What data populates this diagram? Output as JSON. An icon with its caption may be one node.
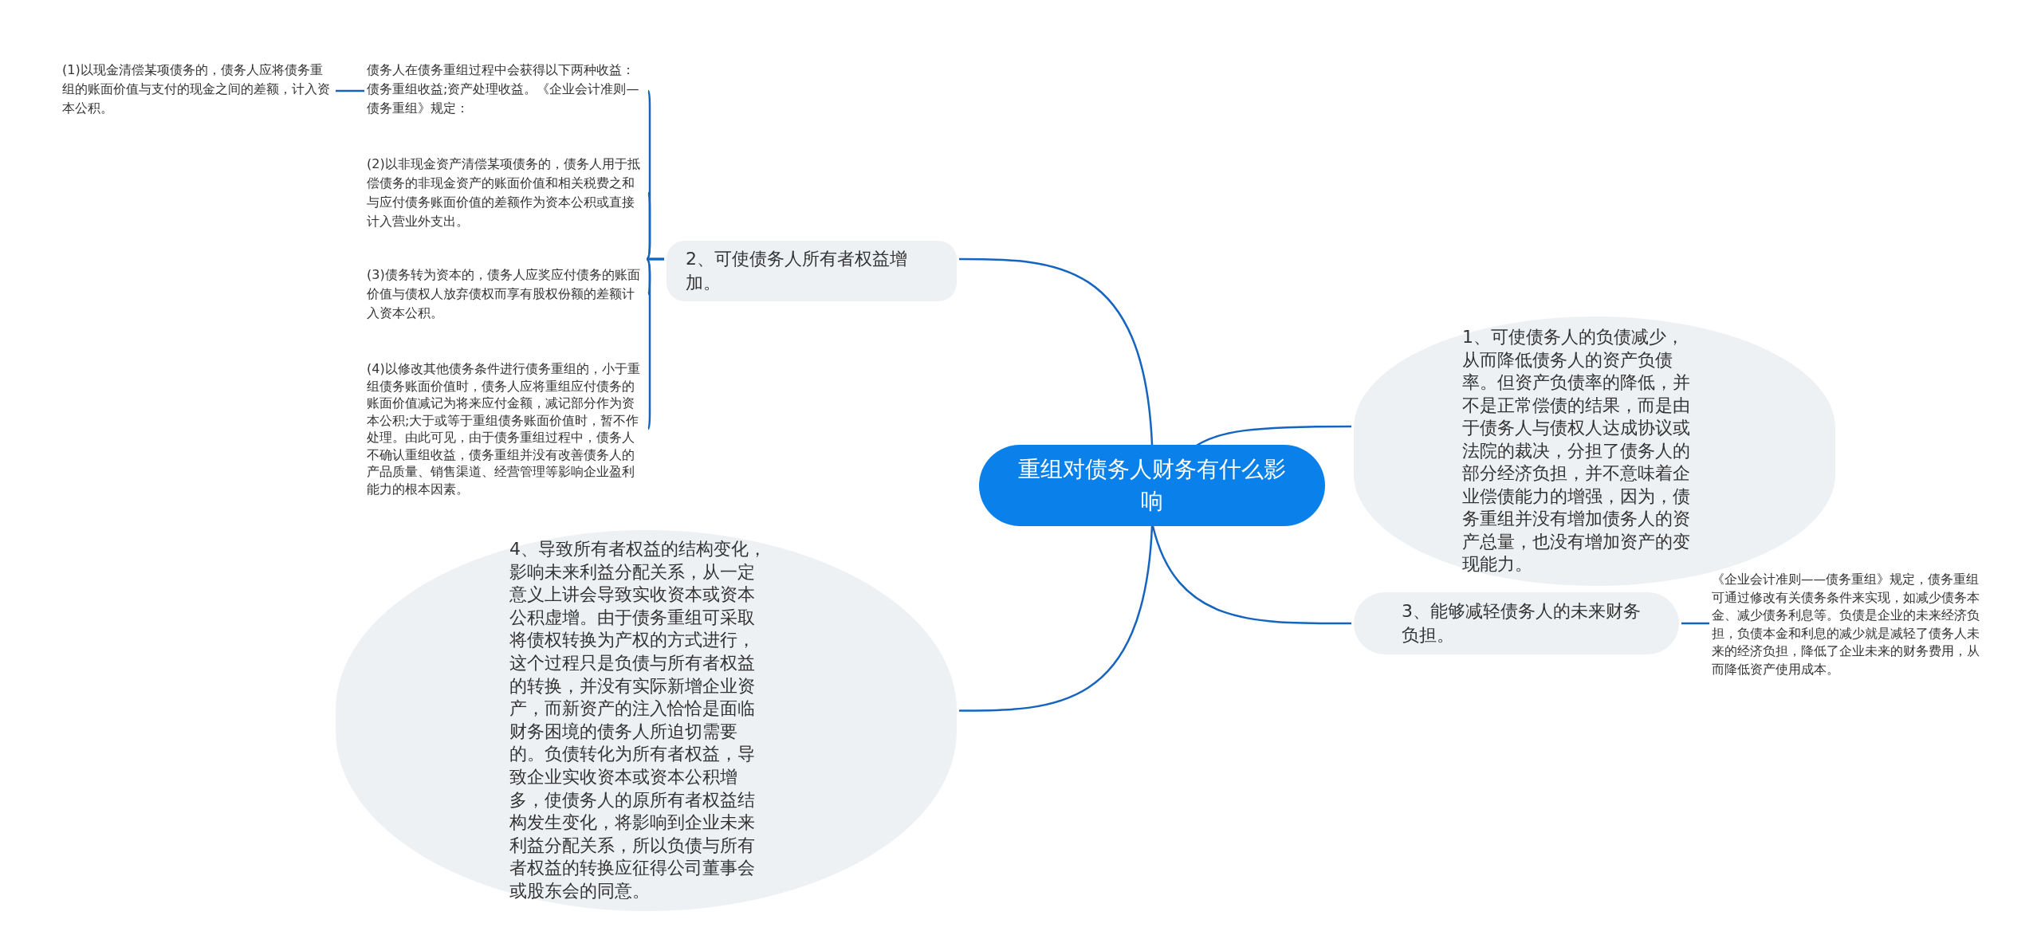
{
  "diagram": {
    "nodes": [
      {
        "text": [
          "重组对债务人财务有什么影响"
        ]
      },
      {
        "text": [
          "2、可使债务人所有者权益增加。"
        ]
      },
      {
        "text": [
          "债务人在债务重组过程中会获得以下两种收益：债务重组收益;资产处理收益。《企业会计准则—债务重组》规定："
        ]
      },
      {
        "text": [
          "(1)以现金清偿某项债务的，债务人应将债务重组的账面价值与支付的现金之间的差额，计入资本公积。"
        ]
      },
      {
        "text": [
          "(2)以非现金资产清偿某项债务的，债务人用于抵偿债务的非现金资产的账面价值和相关税费之和与应付债务账面价值的差额作为资本公积或直接计入营业外支出。"
        ]
      },
      {
        "text": [
          "(3)债务转为资本的，债务人应奖应付债务的账面价值与债权人放弃债权而享有股权份额的差额计入资本公积。"
        ]
      },
      {
        "text": [
          "(4)以修改其他债务条件进行债务重组的，小于重组债务账面价值时，债务人应将重组应付债务的账面价值减记为将来应付金额，减记部分作为资本公积;大于或等于重组债务账面价值时，暂不作处理。由此可见，由于债务重组过程中，债务人不确认重组收益，债务重组并没有改善债务人的产品质量、销售渠道、经营管理等影响企业盈利能力的根本因素。"
        ]
      },
      {
        "text": [
          "1、可使债务人的负债减少，从而降低债务人的资产负债率。但资产负债率的降低，并不是正常偿债的结果，而是由于债务人与债权人达成协议或法院的裁决，分担了债务人的部分经济负担，并不意味着企业偿债能力的增强，因为，债务重组并没有增加债务人的资产总量，也没有增加资产的变现能力。"
        ]
      },
      {
        "text": [
          "3、能够减轻债务人的未来财务负担。"
        ]
      },
      {
        "text": [
          "《企业会计准则——债务重组》规定，债务重组可通过修改有关债务条件来实现，如减少债务本金、减少债务利息等。负债是企业的未来经济负担，负债本金和利息的减少就是减轻了债务人未来的经济负担，降低了企业未来的财务费用，从而降低资产使用成本。"
        ]
      },
      {
        "text": [
          "4、导致所有者权益的结构变化，影响未来利益分配关系，从一定意义上讲会导致实收资本或资本公积虚增。由于债务重组可采取将债权转换为产权的方式进行，这个过程只是负债与所有者权益的转换，并没有实际新增企业资产，而新资产的注入恰恰是面临财务困境的债务人所迫切需要的。负债转化为所有者权益，导致企业实收资本或资本公积增多，使债务人的原所有者权益结构发生变化，将影响到企业未来利益分配关系，所以负债与所有者权益的转换应征得公司董事会或股东会的同意。"
        ]
      }
    ],
    "edges": [
      {
        "from": 0,
        "to": 1,
        "arrow": "none"
      },
      {
        "from": 1,
        "to": 2,
        "arrow": "none"
      },
      {
        "from": 1,
        "to": 4,
        "arrow": "none"
      },
      {
        "from": 1,
        "to": 5,
        "arrow": "none"
      },
      {
        "from": 1,
        "to": 6,
        "arrow": "none"
      },
      {
        "from": 2,
        "to": 3,
        "arrow": "none"
      },
      {
        "from": 0,
        "to": 7,
        "arrow": "none"
      },
      {
        "from": 0,
        "to": 8,
        "arrow": "none"
      },
      {
        "from": 8,
        "to": 9,
        "arrow": "none"
      },
      {
        "from": 0,
        "to": 10,
        "arrow": "none"
      }
    ]
  }
}
